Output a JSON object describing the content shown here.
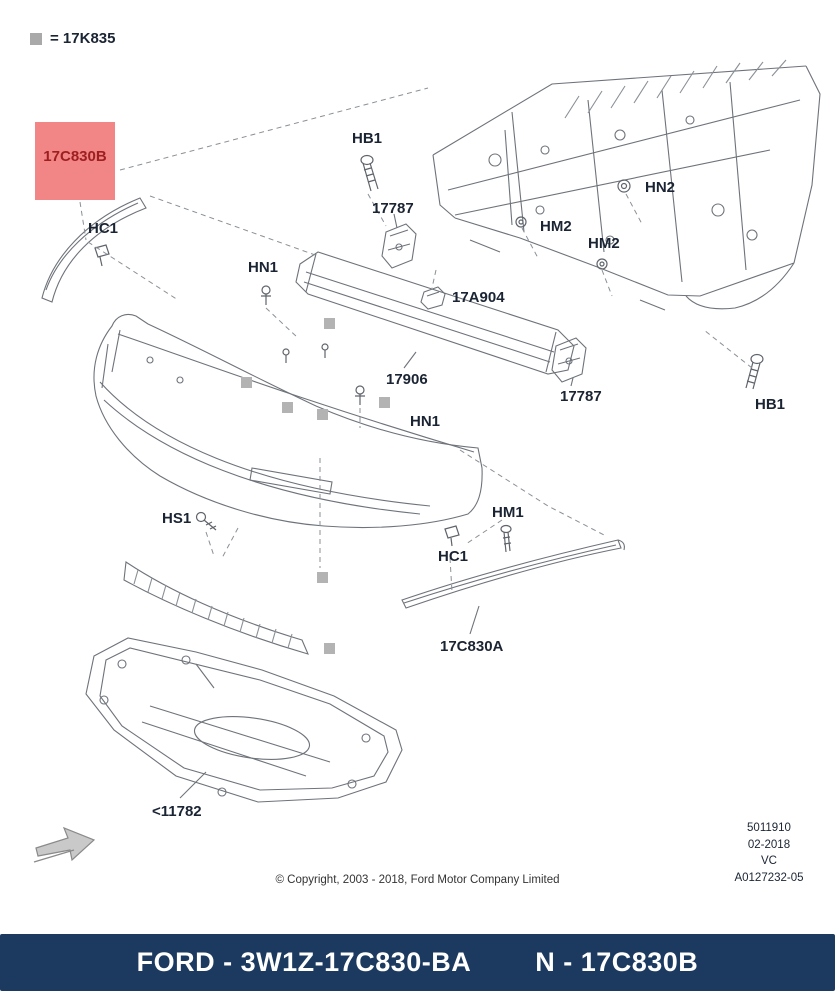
{
  "legend": {
    "symbol": "gray-square",
    "text": "= 17K835"
  },
  "highlight": {
    "label": "17C830B",
    "bg": "#f28585",
    "fg": "#9e1f1f"
  },
  "labels": [
    {
      "text": "HC1"
    },
    {
      "text": "HB1"
    },
    {
      "text": "17787"
    },
    {
      "text": "HN2"
    },
    {
      "text": "HM2"
    },
    {
      "text": "HM2"
    },
    {
      "text": "HN1"
    },
    {
      "text": "17A904"
    },
    {
      "text": "17906"
    },
    {
      "text": "17787"
    },
    {
      "text": "HB1"
    },
    {
      "text": "HN1"
    },
    {
      "text": "HS1"
    },
    {
      "text": "HM1"
    },
    {
      "text": "HC1"
    },
    {
      "text": "17C830A"
    },
    {
      "text": "<11782"
    }
  ],
  "doc_info": {
    "lines": [
      "5011910",
      "02-2018",
      "VC",
      "A0127232-05"
    ]
  },
  "copyright": "© Copyright, 2003 - 2018, Ford Motor Company Limited",
  "footer": {
    "left": "FORD - 3W1Z-17C830-BA",
    "right": "N - 17C830B",
    "bg": "#1c3a5f"
  },
  "colors": {
    "marker_gray": "#b3b3b3",
    "line_art": "#6e737a"
  }
}
